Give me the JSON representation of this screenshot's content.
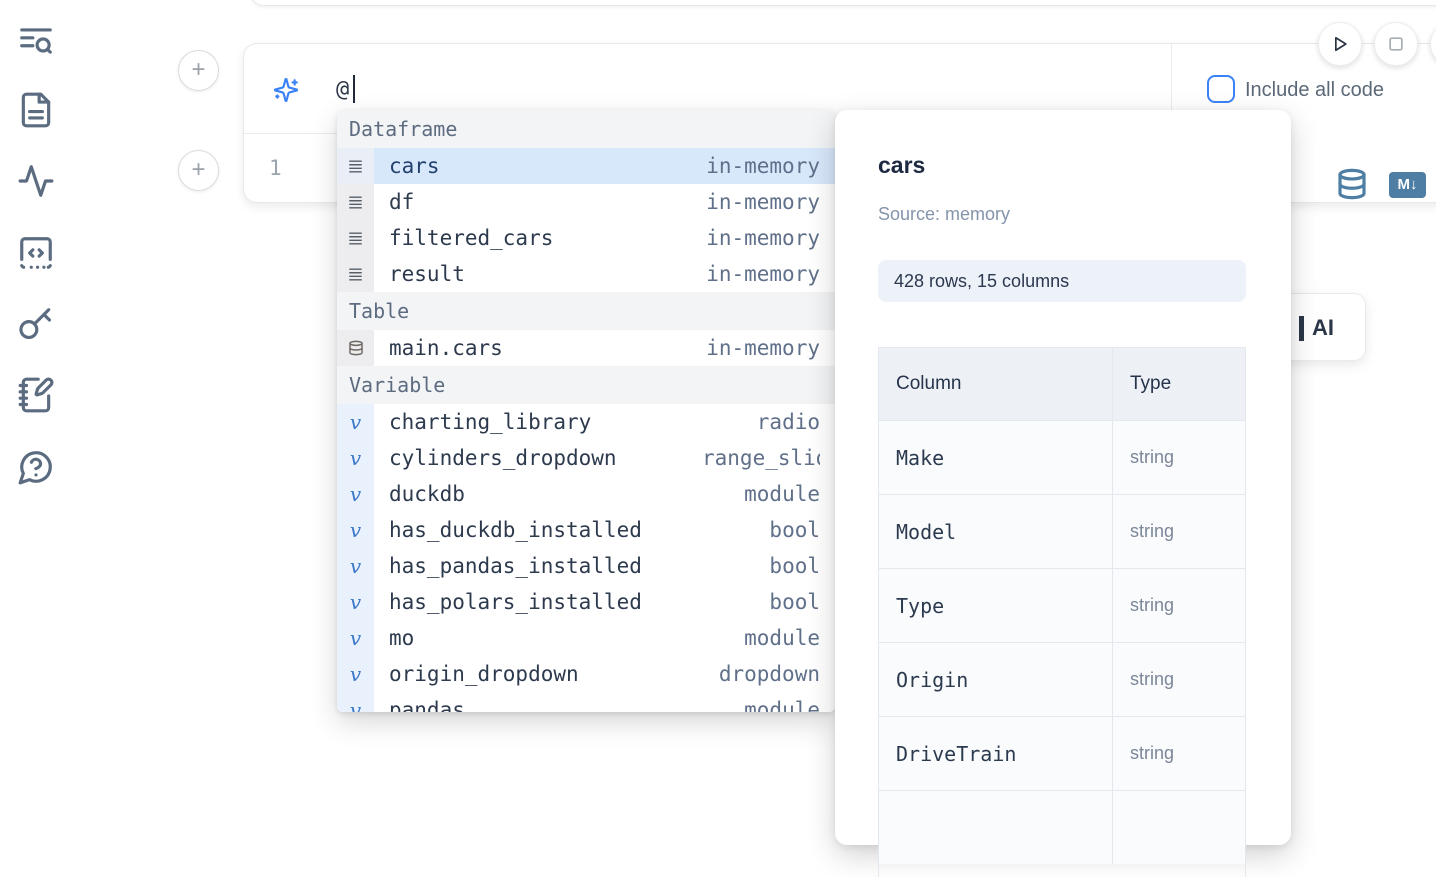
{
  "colors": {
    "accent_blue": "#3b82f6",
    "steel_blue": "#4e7ea3",
    "selection_blue": "#d8e8fb",
    "sidebar_icon": "#5b6b80"
  },
  "sidebar": {
    "icons": [
      "text-search",
      "file-text",
      "activity",
      "code-square-dashed",
      "key",
      "notebook-pen",
      "help-bubble"
    ]
  },
  "cell": {
    "prompt_value": "@",
    "include_all_code": "Include all code",
    "line_number": "1",
    "add_cell_glyph": "+",
    "markdown_icon_label": "M↓",
    "toolbar_icons": [
      "run-button",
      "stop-button"
    ]
  },
  "autocomplete": {
    "sections": [
      {
        "label": "Dataframe",
        "items": [
          {
            "name": "cars",
            "type": "in-memory",
            "icon": "rows",
            "selected": true
          },
          {
            "name": "df",
            "type": "in-memory",
            "icon": "rows"
          },
          {
            "name": "filtered_cars",
            "type": "in-memory",
            "icon": "rows"
          },
          {
            "name": "result",
            "type": "in-memory",
            "icon": "rows"
          }
        ]
      },
      {
        "label": "Table",
        "items": [
          {
            "name": "main.cars",
            "type": "in-memory",
            "icon": "database"
          }
        ]
      },
      {
        "label": "Variable",
        "items": [
          {
            "name": "charting_library",
            "type": "radio",
            "icon": "variable"
          },
          {
            "name": "cylinders_dropdown",
            "type": "range_slider",
            "icon": "variable"
          },
          {
            "name": "duckdb",
            "type": "module",
            "icon": "variable"
          },
          {
            "name": "has_duckdb_installed",
            "type": "bool",
            "icon": "variable"
          },
          {
            "name": "has_pandas_installed",
            "type": "bool",
            "icon": "variable"
          },
          {
            "name": "has_polars_installed",
            "type": "bool",
            "icon": "variable"
          },
          {
            "name": "mo",
            "type": "module",
            "icon": "variable"
          },
          {
            "name": "origin_dropdown",
            "type": "dropdown",
            "icon": "variable"
          },
          {
            "name": "pandas",
            "type": "module",
            "icon": "variable",
            "partially_visible": true
          }
        ]
      }
    ],
    "variable_glyph": "v"
  },
  "preview": {
    "title": "cars",
    "source": "Source: memory",
    "shape_badge": "428 rows, 15 columns",
    "table": {
      "headers": [
        "Column",
        "Type"
      ],
      "rows": [
        [
          "Make",
          "string"
        ],
        [
          "Model",
          "string"
        ],
        [
          "Type",
          "string"
        ],
        [
          "Origin",
          "string"
        ],
        [
          "DriveTrain",
          "string"
        ]
      ],
      "partial_row_visible": true
    }
  },
  "ai_button_fragment": {
    "label": "AI"
  }
}
